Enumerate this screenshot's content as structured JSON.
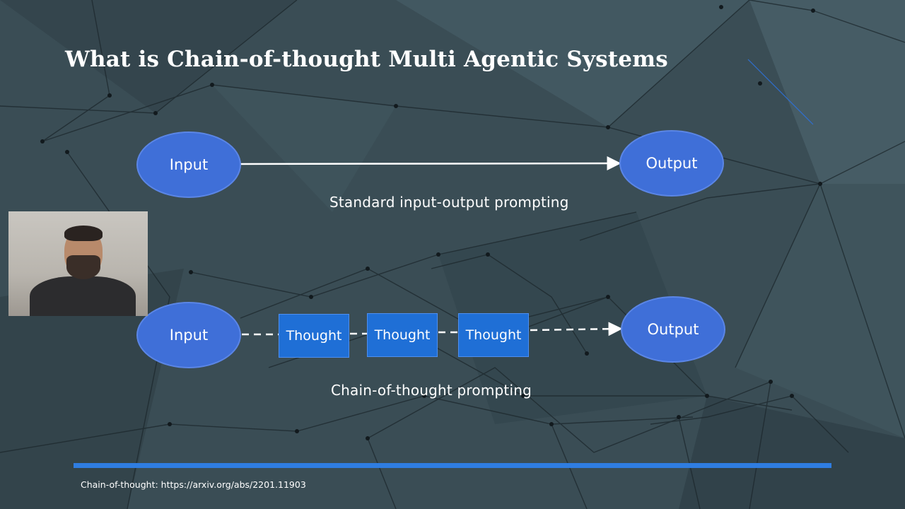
{
  "slide": {
    "title": "What is Chain-of-thought Multi Agentic Systems",
    "footnote": "Chain-of-thought: https://arxiv.org/abs/2201.11903"
  },
  "standard": {
    "input_label": "Input",
    "output_label": "Output",
    "caption": "Standard input-output prompting"
  },
  "cot": {
    "input_label": "Input",
    "thoughts": [
      "Thought",
      "Thought",
      "Thought"
    ],
    "output_label": "Output",
    "caption": "Chain-of-thought prompting"
  },
  "colors": {
    "background": "#3a4d55",
    "node_fill": "#3f6fd8",
    "thought_fill": "#1f6fd6",
    "accent_bar": "#2f7de1"
  }
}
